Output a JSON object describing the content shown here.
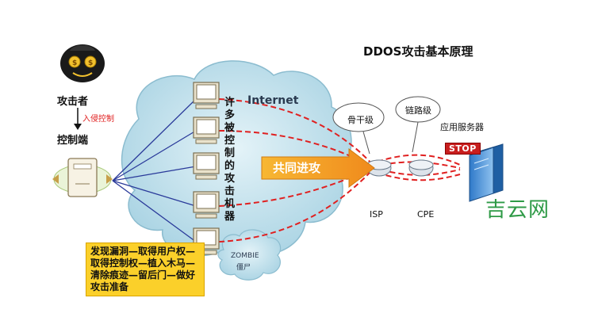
{
  "title": "DDOS攻击基本原理",
  "attacker": {
    "label": "攻击者"
  },
  "intrusion": {
    "label": "入侵控制"
  },
  "controller": {
    "label": "控制端"
  },
  "internet": {
    "label": "Internet"
  },
  "machines_label": "许多被控制的攻击机器",
  "joint_attack": "共同进攻",
  "backbone": "骨干级",
  "link_level": "链路级",
  "app_server": "应用服务器",
  "stop": "STOP",
  "isp": "ISP",
  "cpe": "CPE",
  "zombie": "ZOMBIE",
  "zombie_cn": "僵尸",
  "note": "发现漏洞—取得用户权—取得控制权—植入木马—清除痕迹—留后门—做好攻击准备",
  "watermark": "吉云网",
  "colors": {
    "attack_line": "#e02020",
    "cloud": "#bfe0ec",
    "note_bg": "#fbd02a",
    "arrow": "#f5a623",
    "control_line": "#2a3a9a"
  }
}
